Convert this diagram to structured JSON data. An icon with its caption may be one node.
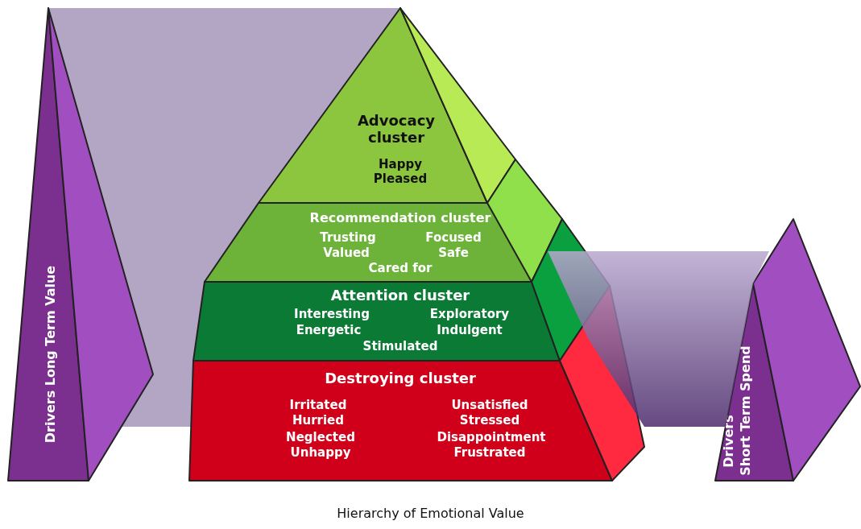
{
  "diagram": {
    "caption": "Hierarchy of Emotional Value",
    "nodes": [
      {
        "text": [
          "Drivers Long Term Value"
        ]
      },
      {
        "text": [
          "Advocacy cluster",
          "Happy",
          "Pleased"
        ]
      },
      {
        "text": [
          "Recommendation cluster",
          "Trusting",
          "Focused",
          "Valued",
          "Safe",
          "Cared for"
        ]
      },
      {
        "text": [
          "Attention cluster",
          "Interesting",
          "Exploratory",
          "Energetic",
          "Indulgent",
          "Stimulated"
        ]
      },
      {
        "text": [
          "Destroying cluster",
          "Irritated",
          "Unsatisfied",
          "Hurried",
          "Stressed",
          "Neglected",
          "Disappointment",
          "Unhappy",
          "Frustrated"
        ]
      },
      {
        "text": [
          "Drivers",
          "Short Term Spend"
        ]
      },
      {
        "text": [],
        "shape": "band"
      },
      {
        "text": [],
        "shape": "band"
      }
    ]
  }
}
